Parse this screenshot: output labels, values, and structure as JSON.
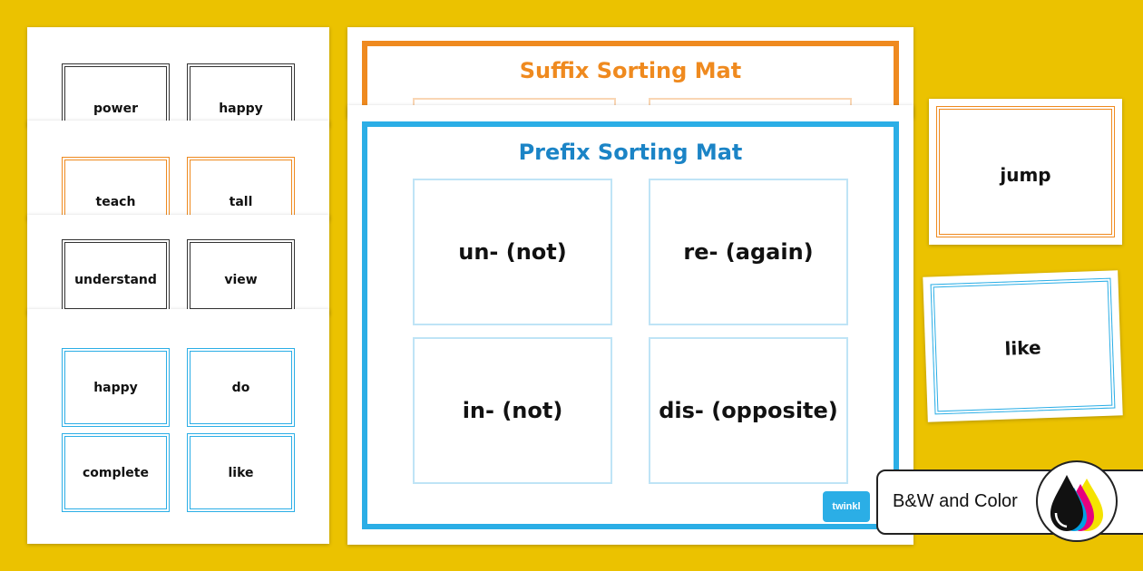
{
  "left_sheets": {
    "sheet1": [
      "power",
      "happy"
    ],
    "sheet2": [
      "teach",
      "tall"
    ],
    "sheet3": [
      "understand",
      "view"
    ],
    "sheet4": [
      "happy",
      "do",
      "complete",
      "like"
    ]
  },
  "suffix_mat": {
    "title": "Suffix Sorting Mat"
  },
  "prefix_mat": {
    "title": "Prefix Sorting Mat",
    "boxes": [
      "un- (not)",
      "re- (again)",
      "in- (not)",
      "dis- (opposite)"
    ],
    "logo": "twinkl"
  },
  "right_cards": {
    "top": "jump",
    "bottom": "like"
  },
  "badge": {
    "label": "B&W and Color"
  },
  "colors": {
    "background": "#ebc200",
    "orange": "#ef8a1f",
    "blue": "#2baee6",
    "prefix_title": "#1b84c6"
  }
}
